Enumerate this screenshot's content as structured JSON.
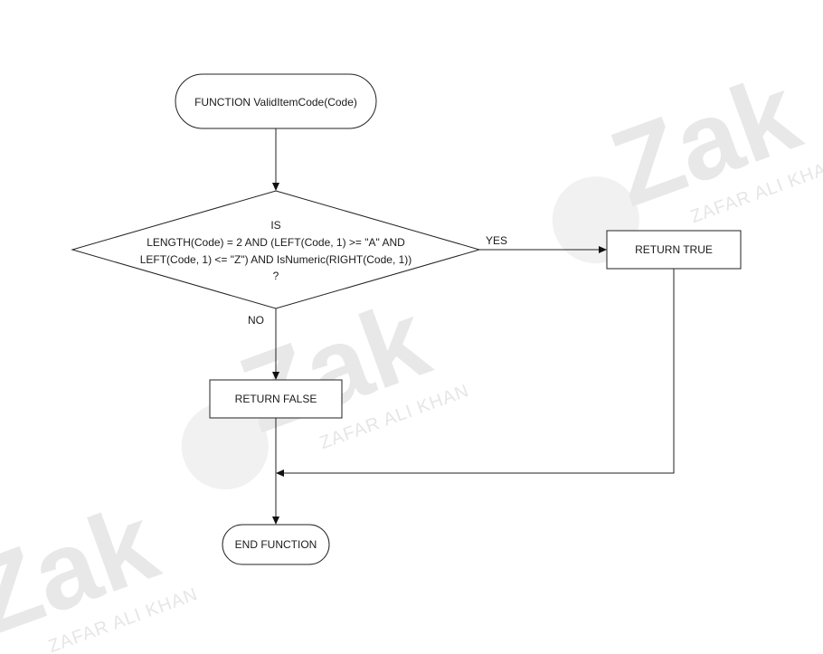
{
  "flowchart": {
    "start": "FUNCTION ValidItemCode(Code)",
    "decision": {
      "lines": [
        "IS",
        "LENGTH(Code) = 2 AND (LEFT(Code, 1) >= \"A\" AND",
        "LEFT(Code, 1) <= \"Z\") AND IsNumeric(RIGHT(Code, 1))",
        "?"
      ]
    },
    "yes_label": "YES",
    "no_label": "NO",
    "return_true": "RETURN TRUE",
    "return_false": "RETURN FALSE",
    "end": "END FUNCTION"
  },
  "watermark": {
    "logo_text": "Zak",
    "name_text": "ZAFAR ALI KHAN"
  }
}
